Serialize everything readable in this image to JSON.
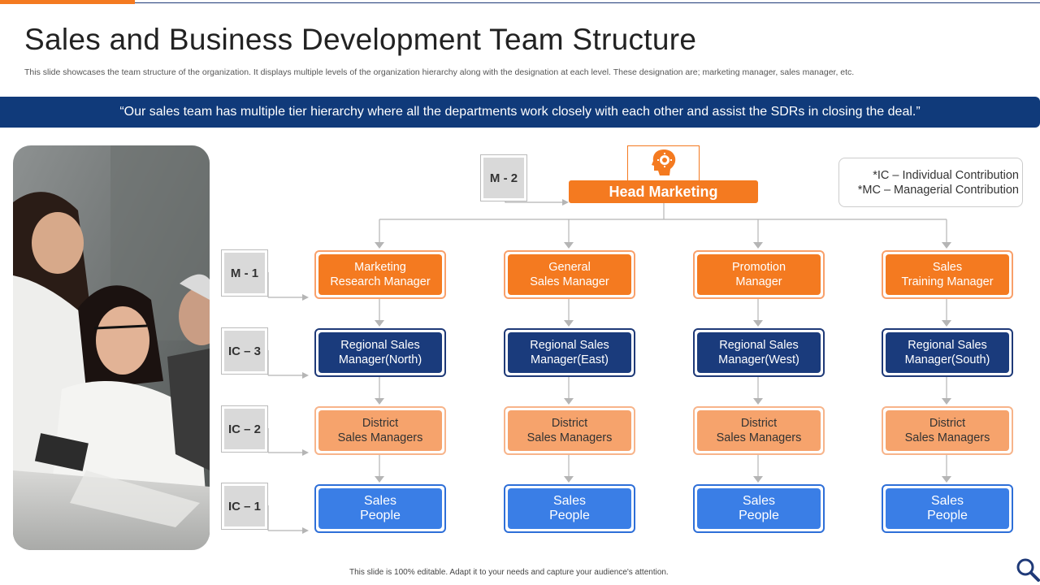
{
  "header": {
    "title": "Sales and Business Development Team Structure",
    "subtitle": "This slide showcases the team structure of the organization. It displays multiple levels of the organization hierarchy along with the designation at each level. These designation are; marketing manager, sales manager, etc."
  },
  "banner": {
    "quote": "“Our sales team has multiple tier hierarchy where all the departments work closely with each other and assist the SDRs in closing the deal.”"
  },
  "levels": {
    "m2": "M - 2",
    "m1": "M - 1",
    "ic3": "IC – 3",
    "ic2": "IC – 2",
    "ic1": "IC – 1"
  },
  "head": {
    "label": "Head Marketing",
    "icon": "head-gear-icon"
  },
  "legend": {
    "ic": "*IC – Individual  Contribution",
    "mc": "*MC – Managerial Contribution"
  },
  "columns": [
    {
      "m1": "Marketing\nResearch Manager",
      "ic3": "Regional Sales\nManager(North)",
      "ic2": "District\nSales Managers",
      "ic1": "Sales\nPeople"
    },
    {
      "m1": "General\nSales Manager",
      "ic3": "Regional Sales\nManager(East)",
      "ic2": "District\nSales Managers",
      "ic1": "Sales\nPeople"
    },
    {
      "m1": "Promotion\nManager",
      "ic3": "Regional Sales\nManager(West)",
      "ic2": "District\nSales Managers",
      "ic1": "Sales\nPeople"
    },
    {
      "m1": "Sales\nTraining Manager",
      "ic3": "Regional Sales\nManager(South)",
      "ic2": "District\nSales Managers",
      "ic1": "Sales\nPeople"
    }
  ],
  "footer": {
    "note": "This slide is 100% editable. Adapt it to your needs and capture your audience's attention."
  },
  "colors": {
    "accent_orange": "#f47a20",
    "navy": "#103a7a",
    "peach": "#f6a36c",
    "blue": "#3a7ee6"
  }
}
